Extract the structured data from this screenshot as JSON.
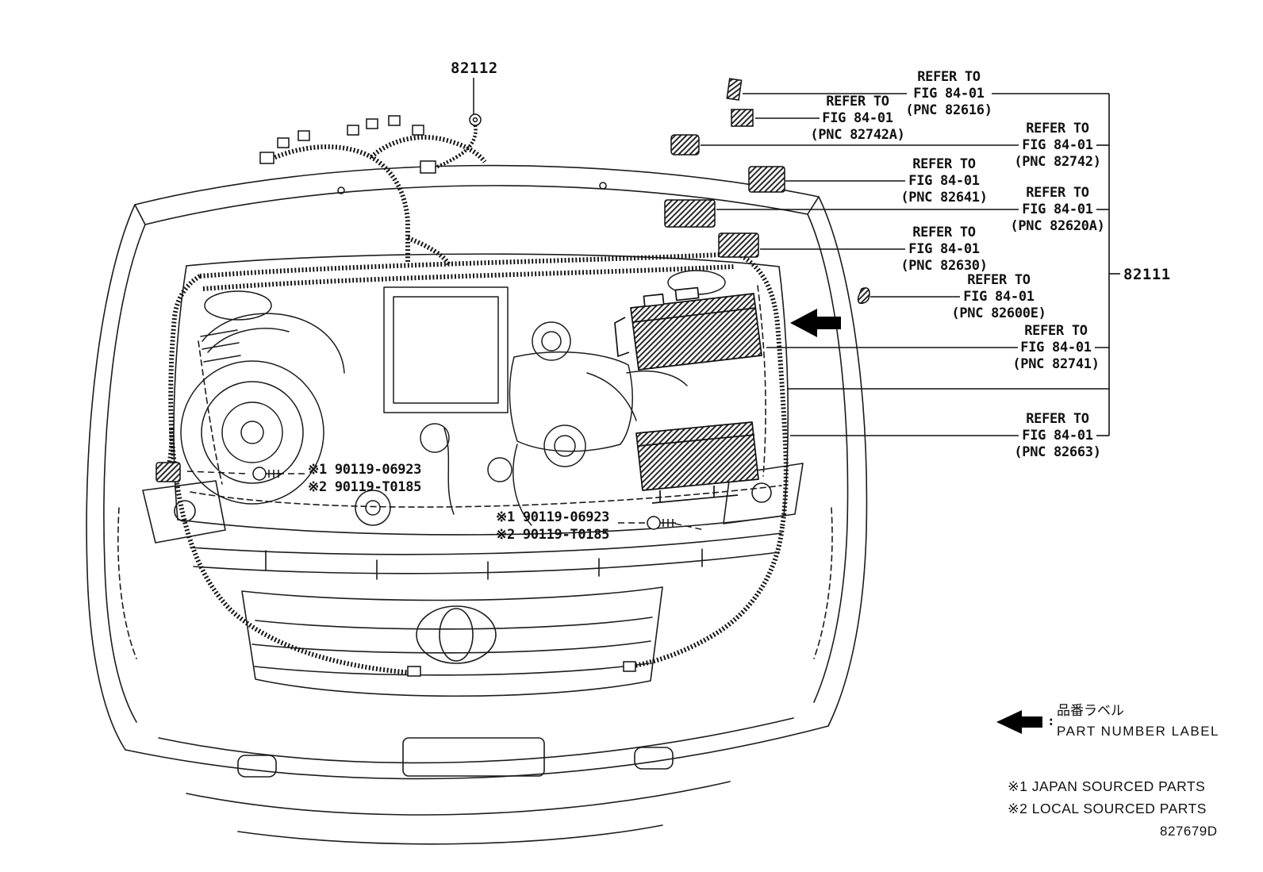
{
  "labels": {
    "part_82112": "82112",
    "part_82111": "82111"
  },
  "callouts": [
    {
      "pnc": "82616",
      "line1": "REFER TO",
      "line2": "FIG 84-01",
      "line3": "(PNC 82616)"
    },
    {
      "pnc": "82742A",
      "line1": "REFER TO",
      "line2": "FIG 84-01",
      "line3": "(PNC 82742A)"
    },
    {
      "pnc": "82742",
      "line1": "REFER TO",
      "line2": "FIG 84-01",
      "line3": "(PNC 82742)"
    },
    {
      "pnc": "82641",
      "line1": "REFER TO",
      "line2": "FIG 84-01",
      "line3": "(PNC 82641)"
    },
    {
      "pnc": "82620A",
      "line1": "REFER TO",
      "line2": "FIG 84-01",
      "line3": "(PNC 82620A)"
    },
    {
      "pnc": "82630",
      "line1": "REFER TO",
      "line2": "FIG 84-01",
      "line3": "(PNC 82630)"
    },
    {
      "pnc": "82600E",
      "line1": "REFER TO",
      "line2": "FIG 84-01",
      "line3": "(PNC 82600E)"
    },
    {
      "pnc": "82741",
      "line1": "REFER TO",
      "line2": "FIG 84-01",
      "line3": "(PNC 82741)"
    },
    {
      "pnc": "82663",
      "line1": "REFER TO",
      "line2": "FIG 84-01",
      "line3": "(PNC 82663)"
    }
  ],
  "fastener_labels": [
    {
      "line1": "※1 90119-06923",
      "line2": "※2 90119-T0185"
    },
    {
      "line1": "※1 90119-06923",
      "line2": "※2 90119-T0185"
    }
  ],
  "legend": {
    "colon": ":",
    "jp": "品番ラベル",
    "en": "PART NUMBER LABEL"
  },
  "notes": [
    "※1 JAPAN SOURCED PARTS",
    "※2 LOCAL SOURCED PARTS"
  ],
  "drawing_number": "827679D"
}
